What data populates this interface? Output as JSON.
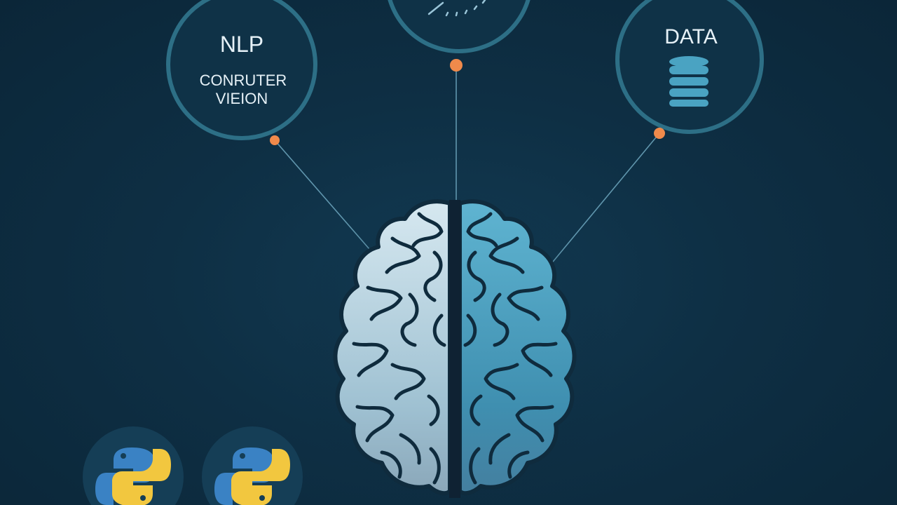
{
  "nodes": {
    "nlp": {
      "title": "NLP",
      "subtitle_line1": "CONRUTER",
      "subtitle_line2": "VIEION"
    },
    "top_center": {
      "title": ""
    },
    "data": {
      "title": "DATA",
      "icon": "database-icon"
    }
  },
  "badges": [
    {
      "icon": "python-logo-icon"
    },
    {
      "icon": "python-logo-icon"
    }
  ],
  "central_figure": {
    "icon": "brain-icon"
  },
  "colors": {
    "background": "#0e2f44",
    "ring": "#2d6f86",
    "connector_dot": "#f08a4b",
    "line": "#6ea8bf",
    "brain_left": "#c7dde7",
    "brain_right": "#4aa7c6",
    "python_blue": "#3a82c4",
    "python_yellow": "#f2c73f"
  }
}
